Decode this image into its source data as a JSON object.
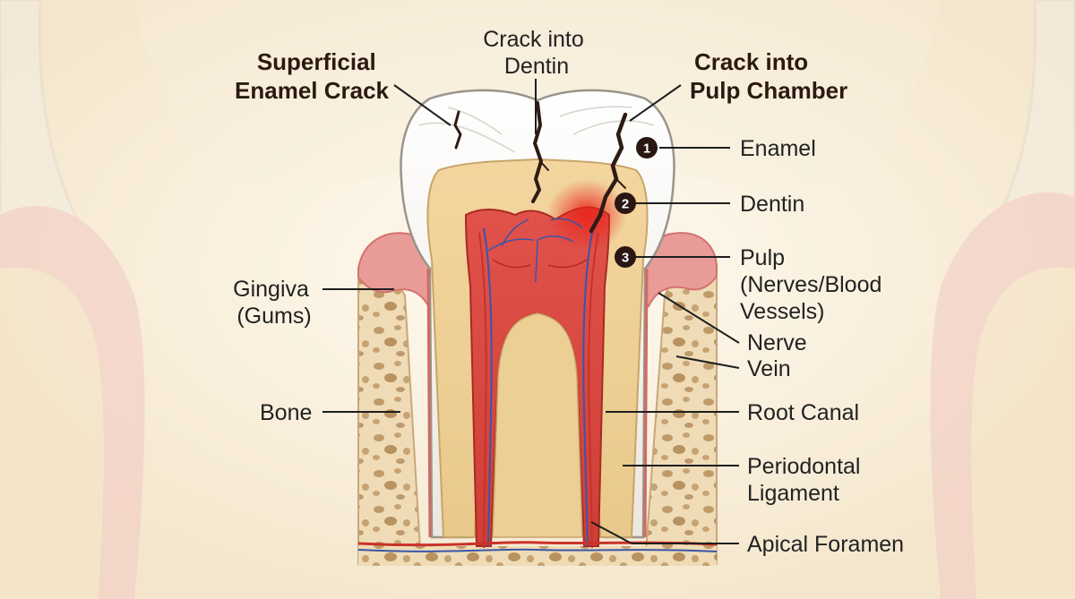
{
  "colors": {
    "background": "#faf3e6",
    "enamel": "#fbfaf6",
    "dentin": "#efd29a",
    "pulp": "#d9463b",
    "gum": "#e89a9a",
    "bone": "#ecd6b0",
    "bone_pores": "#bd9a6c",
    "nerve": "#3b55a8",
    "vessel": "#c8322a",
    "crack": "#2e1c14"
  },
  "labels": {
    "superficial_crack": [
      "Superficial",
      "Enamel Crack"
    ],
    "crack_dentin": [
      "Crack into",
      "Dentin"
    ],
    "crack_pulp": [
      "Crack into",
      "Pulp Chamber"
    ],
    "enamel": "Enamel",
    "dentin": "Dentin",
    "pulp": [
      "Pulp",
      "(Nerves/Blood",
      "Vessels)"
    ],
    "nerve": "Nerve",
    "vein": "Vein",
    "root_canal": "Root Canal",
    "periodontal": [
      "Periodontal",
      "Ligament"
    ],
    "apical": "Apical Foramen",
    "gingiva": [
      "Gingiva",
      "(Gums)"
    ],
    "bone": "Bone"
  },
  "markers": [
    "1",
    "2",
    "3"
  ]
}
